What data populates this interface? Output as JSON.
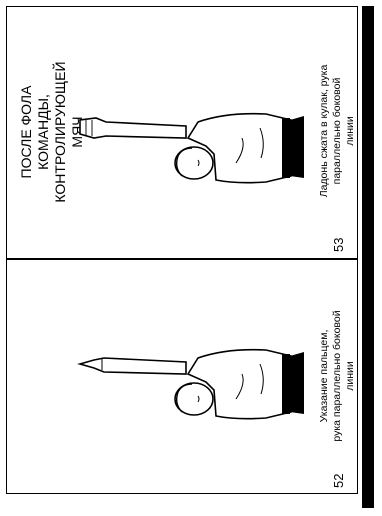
{
  "panels": [
    {
      "number": "52",
      "caption_line1": "Указание пальцем,",
      "caption_line2": "рука параллельно боковой",
      "caption_line3": "линии"
    },
    {
      "number": "53",
      "title_line1": "ПОСЛЕ ФОЛА",
      "title_line2": "КОМАНДЫ,",
      "title_line3": "КОНТРОЛИРУЮЩЕЙ",
      "title_line4": "МЯЧ",
      "caption_line1": "Ладонь сжата в кулак, рука",
      "caption_line2": "параллельно боковой",
      "caption_line3": "линии"
    }
  ],
  "icons": [
    "referee-pointing-figure",
    "referee-fist-figure"
  ]
}
